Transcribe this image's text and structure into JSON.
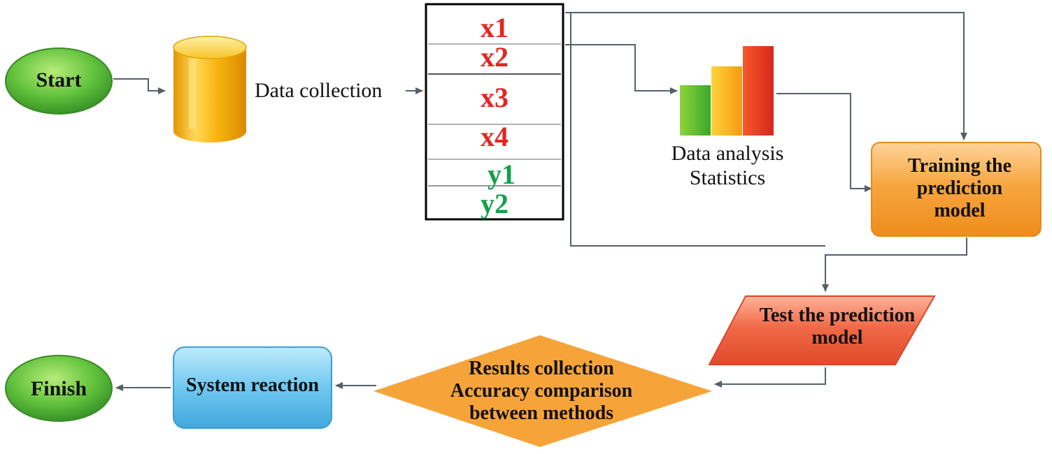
{
  "nodes": {
    "start": "Start",
    "data_collection": "Data collection",
    "analysis_line1": "Data analysis",
    "analysis_line2": "Statistics",
    "training_line1": "Training the",
    "training_line2": "prediction",
    "training_line3": "model",
    "test_line1": "Test the prediction",
    "test_line2": "model",
    "results_line1": "Results collection",
    "results_line2": "Accuracy comparison",
    "results_line3": "between methods",
    "system_reaction": "System reaction",
    "finish": "Finish"
  },
  "variables": {
    "inputs": [
      "x1",
      "x2",
      "x3",
      "x4"
    ],
    "outputs": [
      "y1",
      "y2"
    ]
  },
  "colors": {
    "input_variable": "#e52420",
    "output_variable": "#13a04a",
    "terminal_green": "#5cb83a",
    "database_yellow": "#f5b814",
    "training_orange": "#f6a43a",
    "test_red": "#e85a3a",
    "decision_orange": "#f6a43a",
    "system_blue": "#6cc6ee",
    "arrow": "#55606a"
  },
  "icons": [
    "database-icon",
    "bar-chart-icon"
  ]
}
